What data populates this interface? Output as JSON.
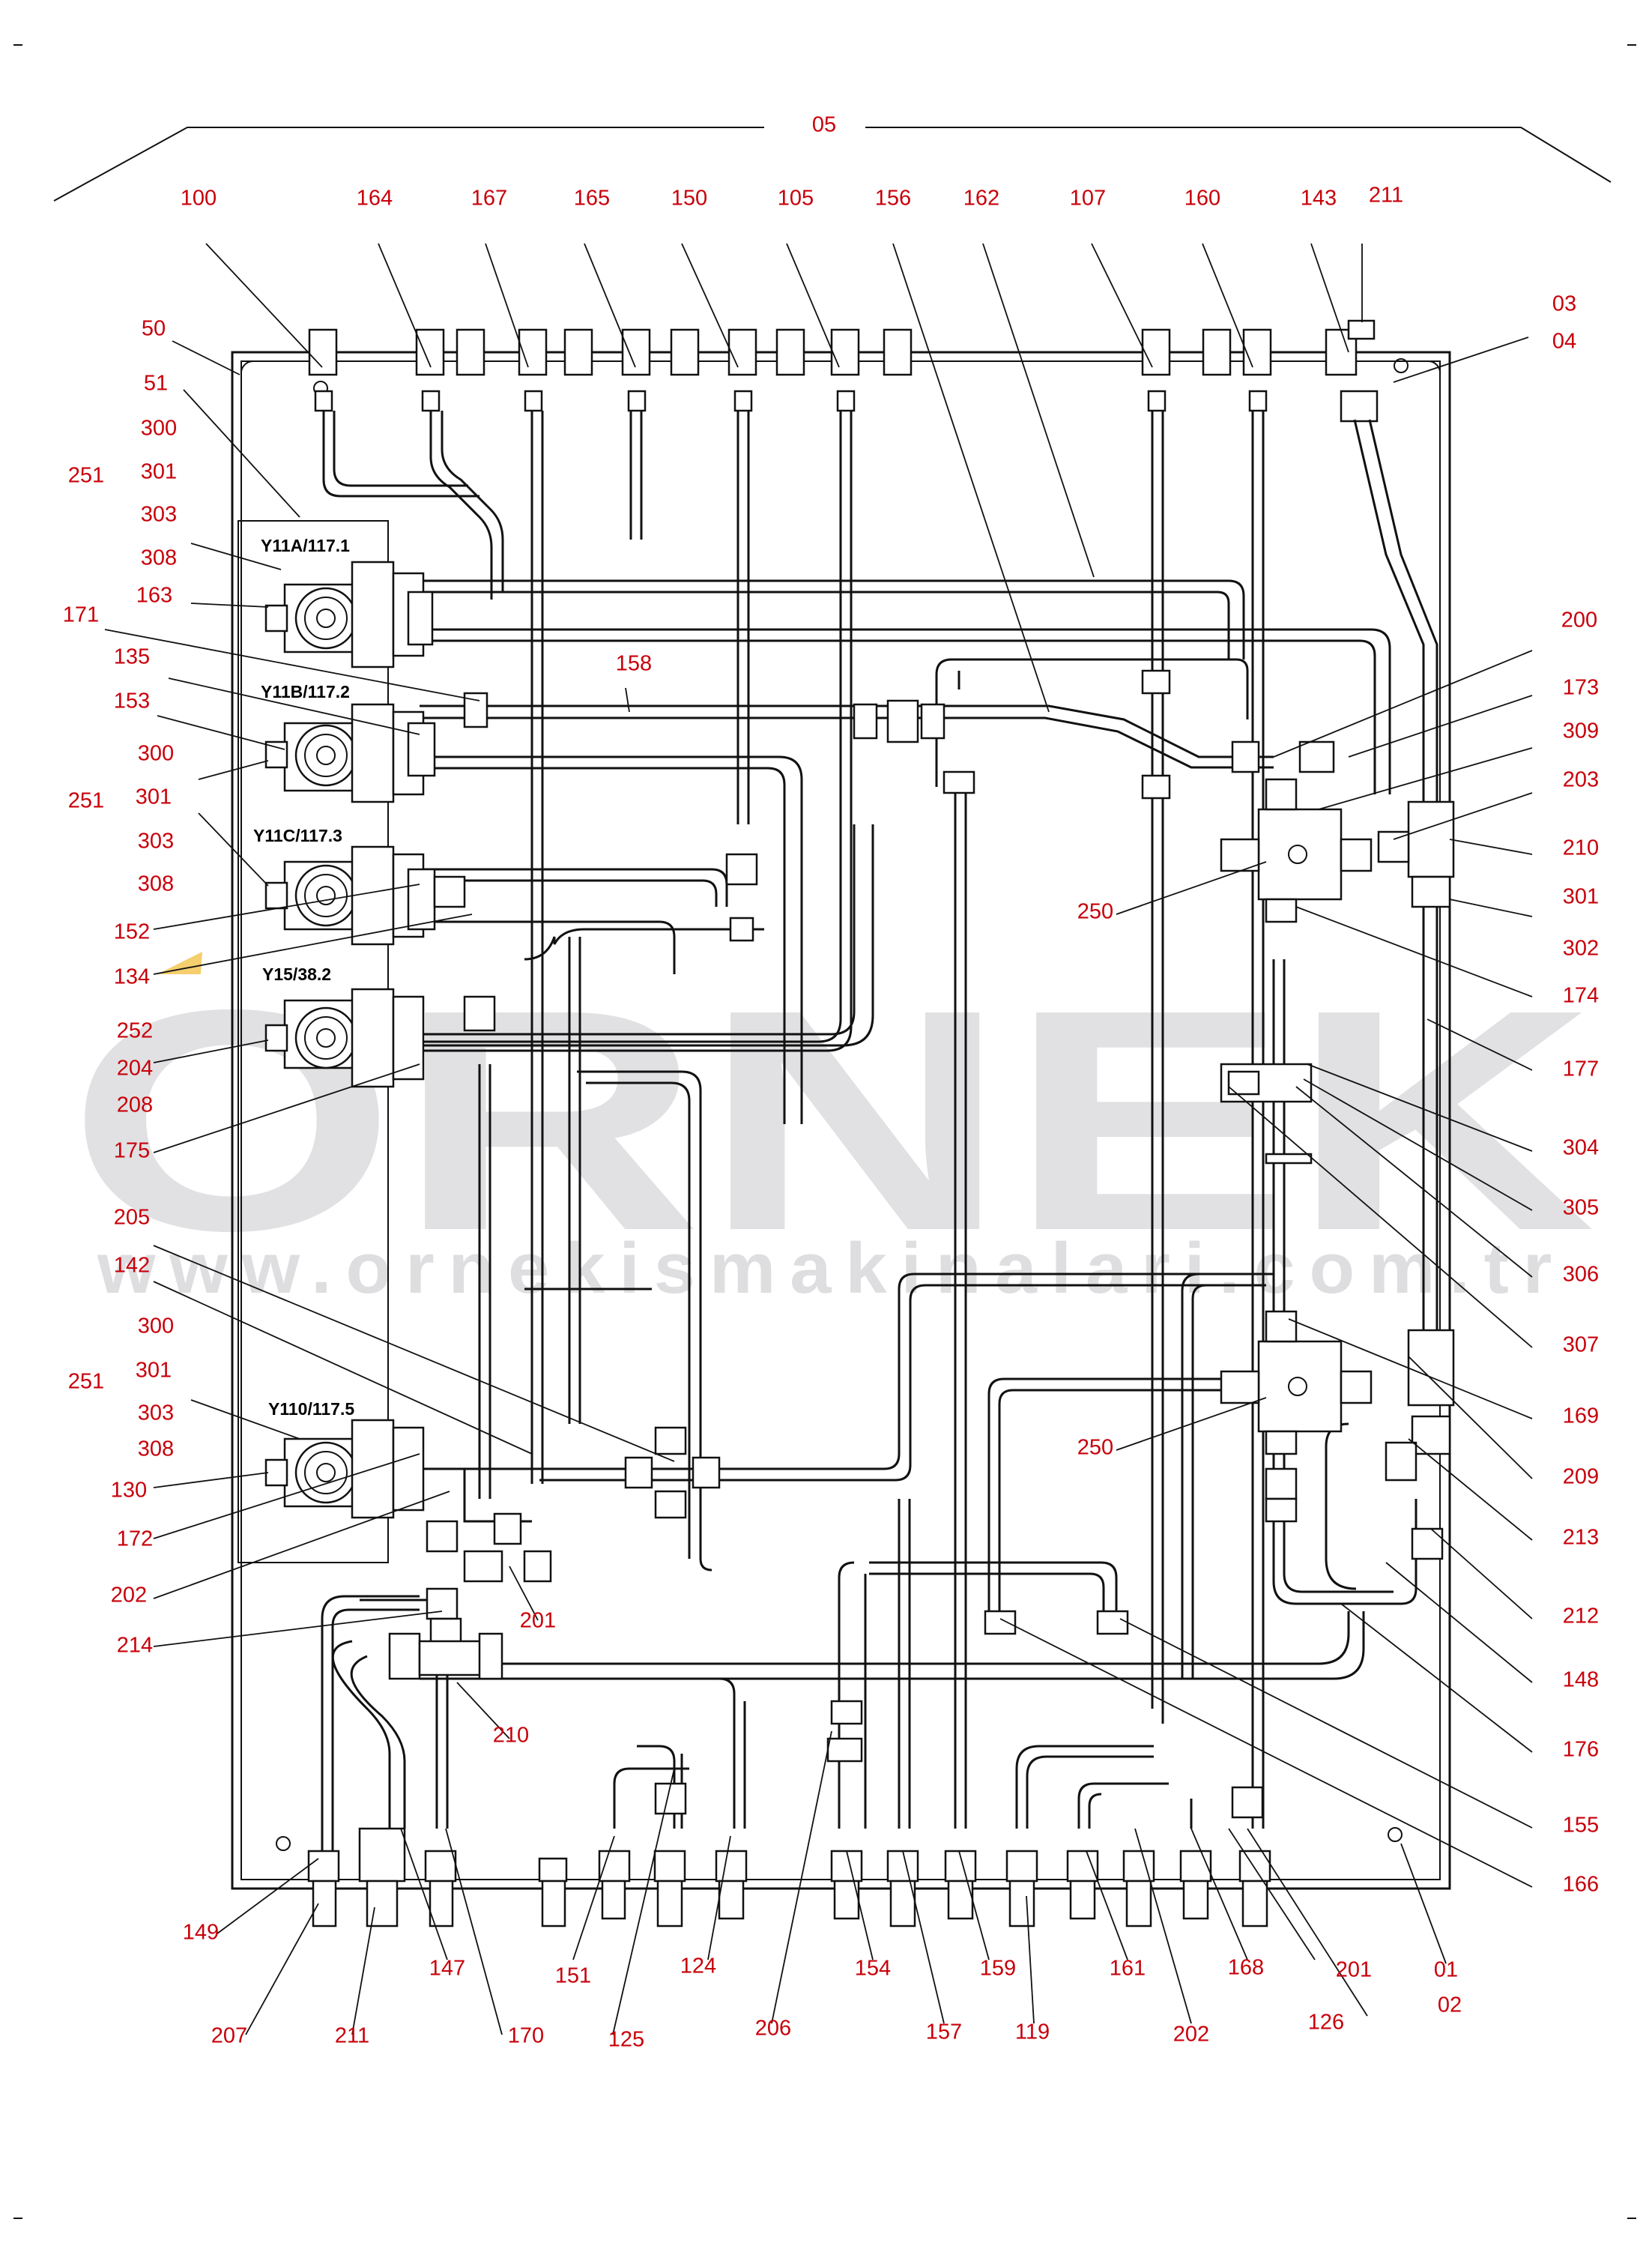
{
  "watermark": {
    "brand": "ORNEK",
    "url": "www.ornekismakinalari.com.tr"
  },
  "valve_labels": [
    "Y11A/117.1",
    "Y11B/117.2",
    "Y11C/117.3",
    "Y15/38.2",
    "Y110/117.5"
  ],
  "top_center_label": "05",
  "top_labels": [
    "100",
    "164",
    "167",
    "165",
    "150",
    "105",
    "156",
    "162",
    "107",
    "160",
    "143",
    "211"
  ],
  "right_top_labels": [
    "03",
    "04"
  ],
  "left_labels": [
    "50",
    "51",
    "300",
    "301",
    "251",
    "303",
    "308",
    "163",
    "171",
    "135",
    "153",
    "300",
    "301",
    "251",
    "303",
    "308",
    "152",
    "134",
    "252",
    "204",
    "208",
    "175",
    "205",
    "142",
    "300",
    "301",
    "251",
    "303",
    "308",
    "130",
    "172",
    "202",
    "214"
  ],
  "right_labels": [
    "200",
    "173",
    "309",
    "203",
    "210",
    "301",
    "302",
    "174",
    "177",
    "304",
    "305",
    "306",
    "307",
    "169",
    "209",
    "213",
    "212",
    "148",
    "176",
    "155",
    "166"
  ],
  "inner_labels": [
    "158",
    "250",
    "250",
    "201",
    "210"
  ],
  "bottom_labels": [
    "149",
    "147",
    "151",
    "124",
    "154",
    "159",
    "161",
    "168",
    "201",
    "01",
    "02",
    "207",
    "211",
    "170",
    "125",
    "206",
    "157",
    "119",
    "202",
    "126"
  ],
  "colors": {
    "label": "#c8000a",
    "line": "#111111",
    "watermark": "#c9c9cd",
    "accent": "#f2c24a"
  }
}
